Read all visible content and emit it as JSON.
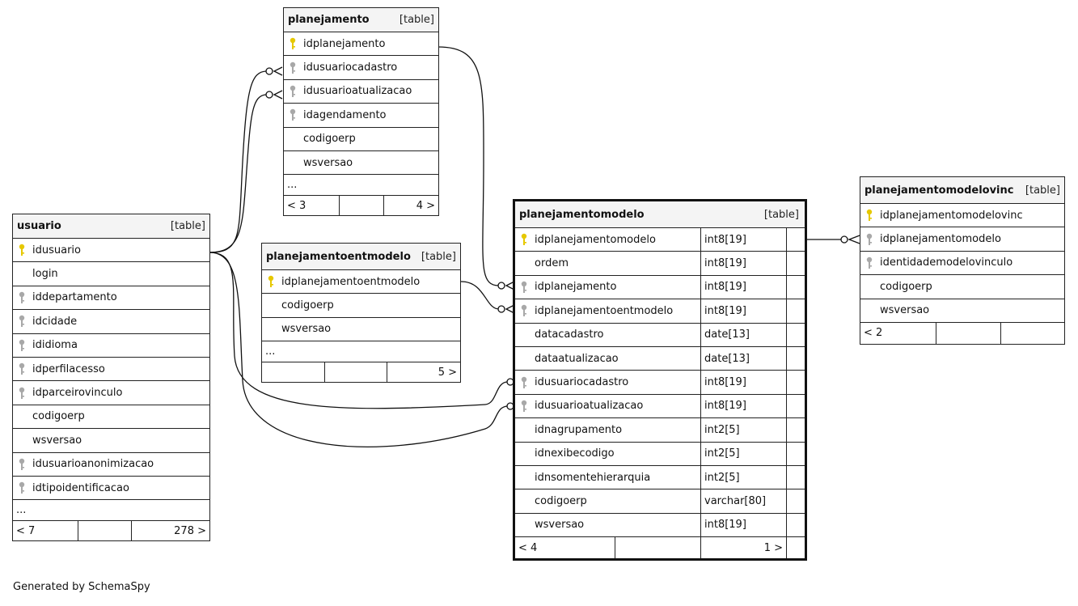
{
  "caption": "Generated by SchemaSpy",
  "colors": {
    "pk_key": "#e6c800",
    "fk_key": "#a8a8a8",
    "border": "#222222",
    "header_bg": "#f4f4f4"
  },
  "tables": {
    "planejamento": {
      "name": "planejamento",
      "kind": "[table]",
      "columns": [
        {
          "name": "idplanejamento",
          "key": "primary-key-icon"
        },
        {
          "name": "idusuariocadastro",
          "key": "foreign-key-icon"
        },
        {
          "name": "idusuarioatualizacao",
          "key": "foreign-key-icon"
        },
        {
          "name": "idagendamento",
          "key": "foreign-key-icon"
        },
        {
          "name": "codigoerp",
          "key": ""
        },
        {
          "name": "wsversao",
          "key": ""
        }
      ],
      "more": "...",
      "footer": {
        "left": "< 3",
        "right": "4 >"
      }
    },
    "usuario": {
      "name": "usuario",
      "kind": "[table]",
      "columns": [
        {
          "name": "idusuario",
          "key": "primary-key-icon"
        },
        {
          "name": "login",
          "key": ""
        },
        {
          "name": "iddepartamento",
          "key": "foreign-key-icon"
        },
        {
          "name": "idcidade",
          "key": "foreign-key-icon"
        },
        {
          "name": "ididioma",
          "key": "foreign-key-icon"
        },
        {
          "name": "idperfilacesso",
          "key": "foreign-key-icon"
        },
        {
          "name": "idparceirovinculo",
          "key": "foreign-key-icon"
        },
        {
          "name": "codigoerp",
          "key": ""
        },
        {
          "name": "wsversao",
          "key": ""
        },
        {
          "name": "idusuarioanonimizacao",
          "key": "foreign-key-icon"
        },
        {
          "name": "idtipoidentificacao",
          "key": "foreign-key-icon"
        }
      ],
      "more": "...",
      "footer": {
        "left": "< 7",
        "right": "278 >"
      }
    },
    "planejamentoentmodelo": {
      "name": "planejamentoentmodelo",
      "kind": "[table]",
      "columns": [
        {
          "name": "idplanejamentoentmodelo",
          "key": "primary-key-icon"
        },
        {
          "name": "codigoerp",
          "key": ""
        },
        {
          "name": "wsversao",
          "key": ""
        }
      ],
      "more": "...",
      "footer": {
        "left": "",
        "right": "5 >"
      }
    },
    "planejamentomodelo": {
      "name": "planejamentomodelo",
      "kind": "[table]",
      "columns": [
        {
          "name": "idplanejamentomodelo",
          "type": "int8[19]",
          "key": "primary-key-icon"
        },
        {
          "name": "ordem",
          "type": "int8[19]",
          "key": ""
        },
        {
          "name": "idplanejamento",
          "type": "int8[19]",
          "key": "foreign-key-icon"
        },
        {
          "name": "idplanejamentoentmodelo",
          "type": "int8[19]",
          "key": "foreign-key-icon"
        },
        {
          "name": "datacadastro",
          "type": "date[13]",
          "key": ""
        },
        {
          "name": "dataatualizacao",
          "type": "date[13]",
          "key": ""
        },
        {
          "name": "idusuariocadastro",
          "type": "int8[19]",
          "key": "foreign-key-icon"
        },
        {
          "name": "idusuarioatualizacao",
          "type": "int8[19]",
          "key": "foreign-key-icon"
        },
        {
          "name": "idnagrupamento",
          "type": "int2[5]",
          "key": ""
        },
        {
          "name": "idnexibecodigo",
          "type": "int2[5]",
          "key": ""
        },
        {
          "name": "idnsomentehierarquia",
          "type": "int2[5]",
          "key": ""
        },
        {
          "name": "codigoerp",
          "type": "varchar[80]",
          "key": ""
        },
        {
          "name": "wsversao",
          "type": "int8[19]",
          "key": ""
        }
      ],
      "footer": {
        "left": "< 4",
        "right": "1 >"
      }
    },
    "planejamentomodelovinc": {
      "name": "planejamentomodelovinc",
      "kind": "[table]",
      "columns": [
        {
          "name": "idplanejamentomodelovinc",
          "key": "primary-key-icon"
        },
        {
          "name": "idplanejamentomodelo",
          "key": "foreign-key-icon"
        },
        {
          "name": "identidademodelovinculo",
          "key": "foreign-key-icon"
        },
        {
          "name": "codigoerp",
          "key": ""
        },
        {
          "name": "wsversao",
          "key": ""
        }
      ],
      "footer": {
        "left": "< 2",
        "right": ""
      }
    }
  }
}
